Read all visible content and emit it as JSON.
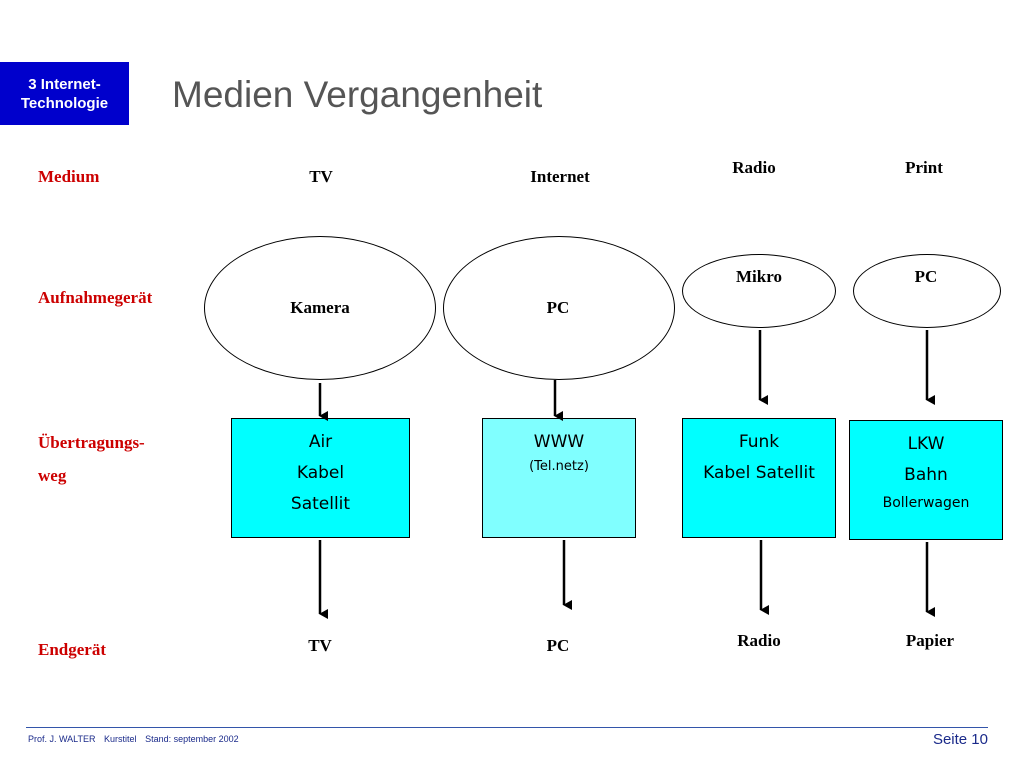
{
  "header": {
    "badge_line1": "3 Internet-",
    "badge_line2": "Technologie",
    "title": "Medien Vergangenheit"
  },
  "rows": {
    "medium": "Medium",
    "aufnahme": "Aufnahmegerät",
    "uebertragung_line1": "Übertragungs-",
    "uebertragung_line2": "weg",
    "endgeraet": "Endgerät"
  },
  "columns": [
    {
      "medium": "TV",
      "device": "Kamera",
      "channel": [
        "Air",
        "Kabel",
        "Satellit"
      ],
      "channel_note": "",
      "endpoint": "TV"
    },
    {
      "medium": "Internet",
      "device": "PC",
      "channel": [
        "WWW"
      ],
      "channel_note": "(Tel.netz)",
      "endpoint": "PC"
    },
    {
      "medium": "Radio",
      "device": "Mikro",
      "channel": [
        "Funk",
        "Kabel Satellit"
      ],
      "channel_note": "",
      "endpoint": "Radio"
    },
    {
      "medium": "Print",
      "device": "PC",
      "channel": [
        "LKW",
        "Bahn"
      ],
      "channel_note": "Bollerwagen",
      "endpoint": "Papier"
    }
  ],
  "colors": {
    "badge": "#0000cc",
    "row_labels": "#cc0000",
    "box_fill": "#00ffff",
    "box_fill_light": "#80ffff",
    "footer": "#1a2a8a"
  },
  "footer": {
    "author": "Prof. J. WALTER",
    "course": "Kurstitel",
    "date": "Stand: september 2002",
    "page": "Seite 10"
  }
}
